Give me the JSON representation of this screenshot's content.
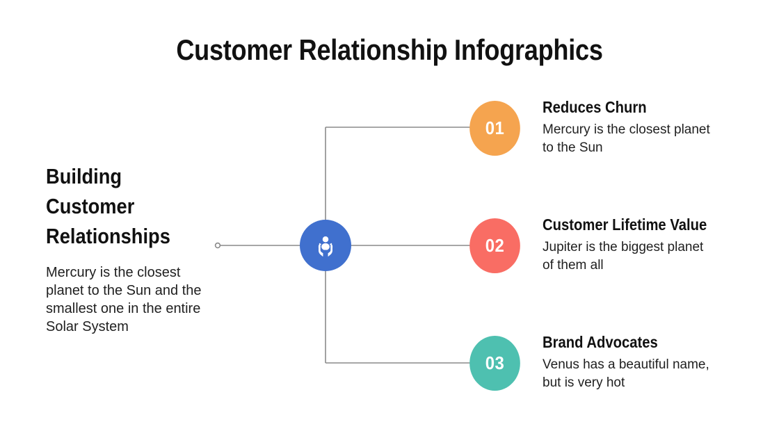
{
  "slide": {
    "title": "Customer Relationship Infographics",
    "background_color": "#ffffff"
  },
  "left_block": {
    "heading": "Building Customer Relationships",
    "body": "Mercury is the closest planet to the Sun and the smallest one in the entire Solar System"
  },
  "center_hub": {
    "icon": "hands-holding-person-icon",
    "color": "#4070ce",
    "icon_color": "#ffffff"
  },
  "connector": {
    "line_color": "#8a8a8a",
    "endpoint_icon": "line-endpoint-circle-icon"
  },
  "items": [
    {
      "number": "01",
      "color": "#f5a44f",
      "title": "Reduces Churn",
      "body": "Mercury is the closest planet to the Sun"
    },
    {
      "number": "02",
      "color": "#f96d64",
      "title": "Customer Lifetime Value",
      "body": "Jupiter is the biggest planet of them all"
    },
    {
      "number": "03",
      "color": "#4ec0b0",
      "title": "Brand Advocates",
      "body": "Venus has a beautiful name, but is very hot"
    }
  ]
}
